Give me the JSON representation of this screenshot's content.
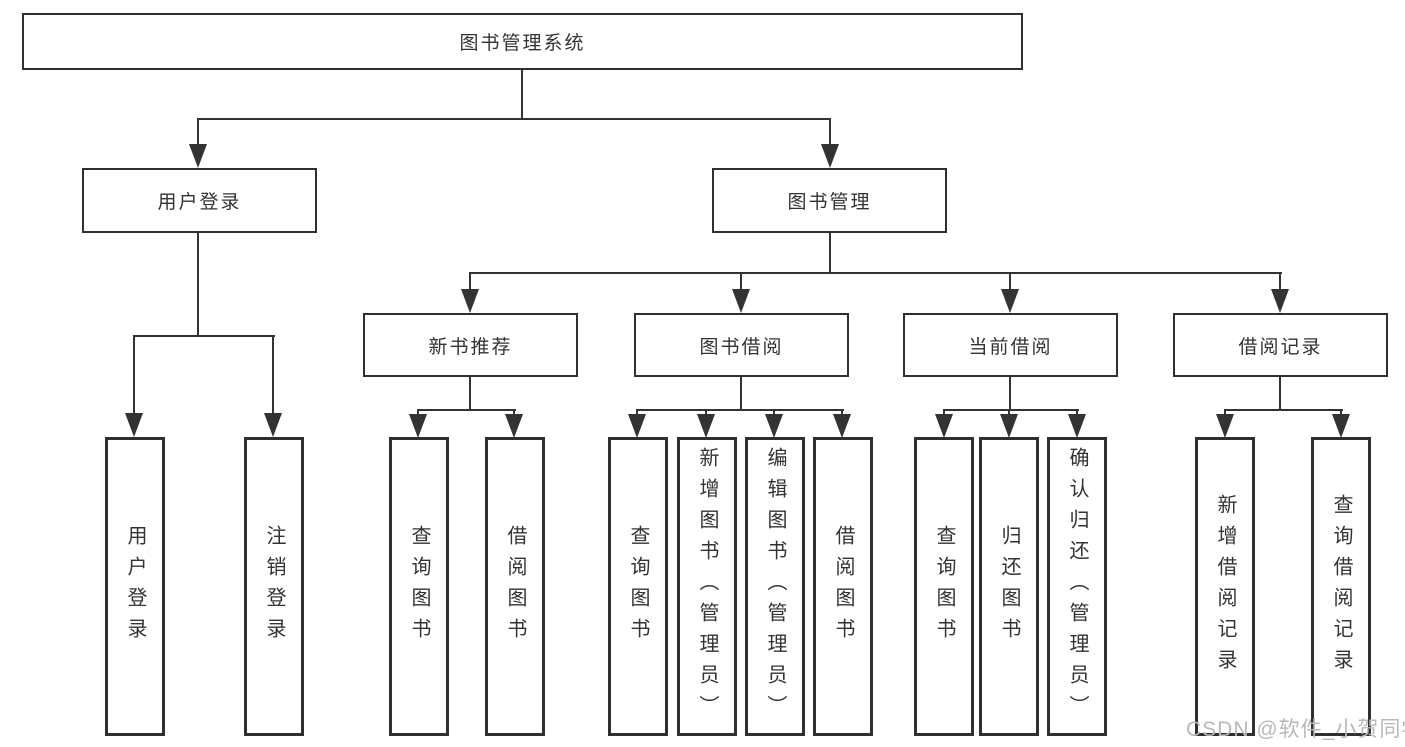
{
  "page": {
    "background": "#ffffff"
  },
  "colors": {
    "line": "#333333",
    "box_border": "#2f2f2f",
    "text": "#333333",
    "watermark_text": "#b9b9b9"
  },
  "watermark": {
    "text": "CSDN @软件_小贺同学"
  },
  "tree": {
    "root": {
      "label": "图书管理系统"
    },
    "children": [
      {
        "label": "用户登录",
        "children": [
          {
            "label": "用户登录"
          },
          {
            "label": "注销登录"
          }
        ]
      },
      {
        "label": "图书管理",
        "children": [
          {
            "label": "新书推荐",
            "children": [
              {
                "label": "查询图书"
              },
              {
                "label": "借阅图书"
              }
            ]
          },
          {
            "label": "图书借阅",
            "children": [
              {
                "label": "查询图书"
              },
              {
                "label": "新增图书（管理员）"
              },
              {
                "label": "编辑图书（管理员）"
              },
              {
                "label": "借阅图书"
              }
            ]
          },
          {
            "label": "当前借阅",
            "children": [
              {
                "label": "查询图书"
              },
              {
                "label": "归还图书"
              },
              {
                "label": "确认归还（管理员）"
              }
            ]
          },
          {
            "label": "借阅记录",
            "children": [
              {
                "label": "新增借阅记录"
              },
              {
                "label": "查询借阅记录"
              }
            ]
          }
        ]
      }
    ]
  }
}
